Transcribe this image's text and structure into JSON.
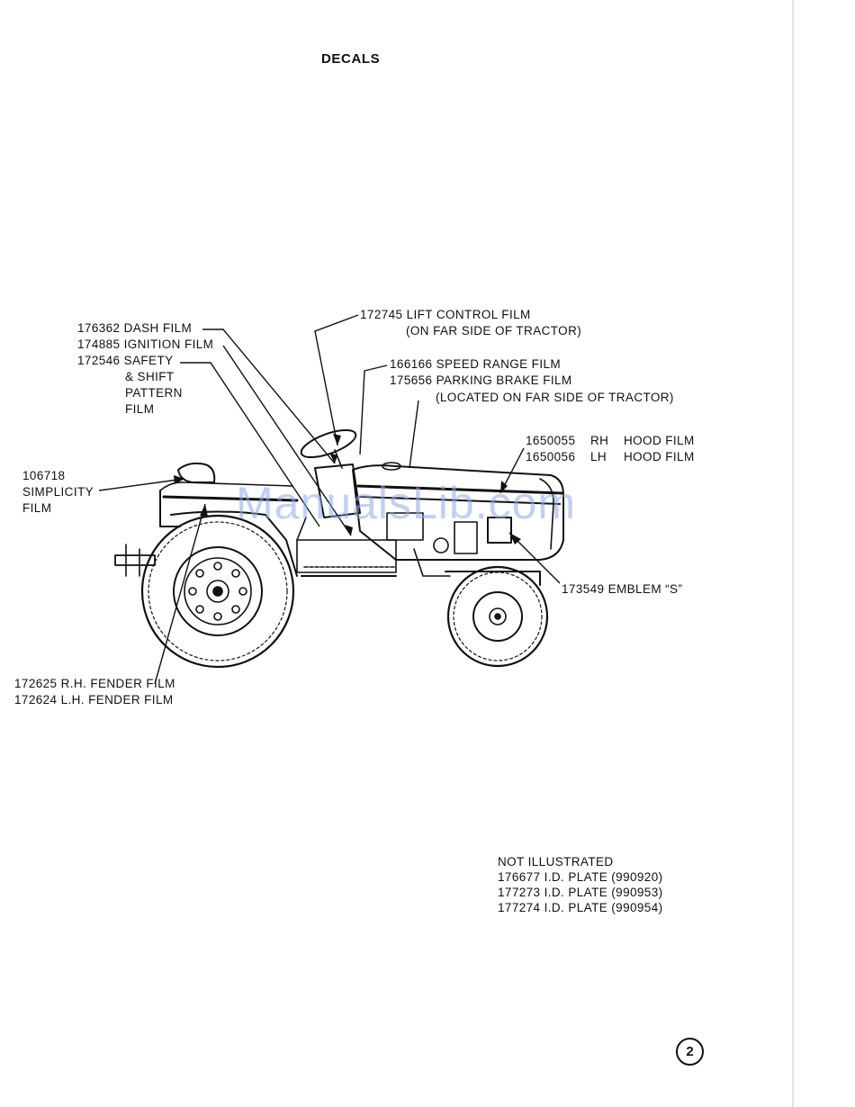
{
  "page": {
    "title": "DECALS",
    "watermark": "ManualsLib.com",
    "page_number": "2"
  },
  "callouts": {
    "dash": "176362 DASH FILM",
    "ignition": "174885 IGNITION FILM",
    "safety_1": "172546 SAFETY",
    "safety_2": "& SHIFT",
    "safety_3": "PATTERN",
    "safety_4": "FILM",
    "lift_1": "172745 LIFT CONTROL FILM",
    "lift_2": "(ON FAR SIDE OF TRACTOR)",
    "speed": "166166 SPEED RANGE FILM",
    "parking": "175656 PARKING BRAKE FILM",
    "parking_note": "(LOCATED ON FAR SIDE OF TRACTOR)",
    "hood_rh_num": "1650055",
    "hood_rh_side": "RH",
    "hood_rh_label": "HOOD FILM",
    "hood_lh_num": "1650056",
    "hood_lh_side": "LH",
    "hood_lh_label": "HOOD FILM",
    "simplicity_1": "106718",
    "simplicity_2": "SIMPLICITY",
    "simplicity_3": "FILM",
    "emblem": "173549 EMBLEM “S”",
    "fender_rh": "172625 R.H. FENDER FILM",
    "fender_lh": "172624 L.H. FENDER FILM"
  },
  "not_illustrated": {
    "heading": "NOT ILLUSTRATED",
    "items": [
      "176677 I.D. PLATE (990920)",
      "177273 I.D. PLATE (990953)",
      "177274 I.D. PLATE (990954)"
    ]
  }
}
